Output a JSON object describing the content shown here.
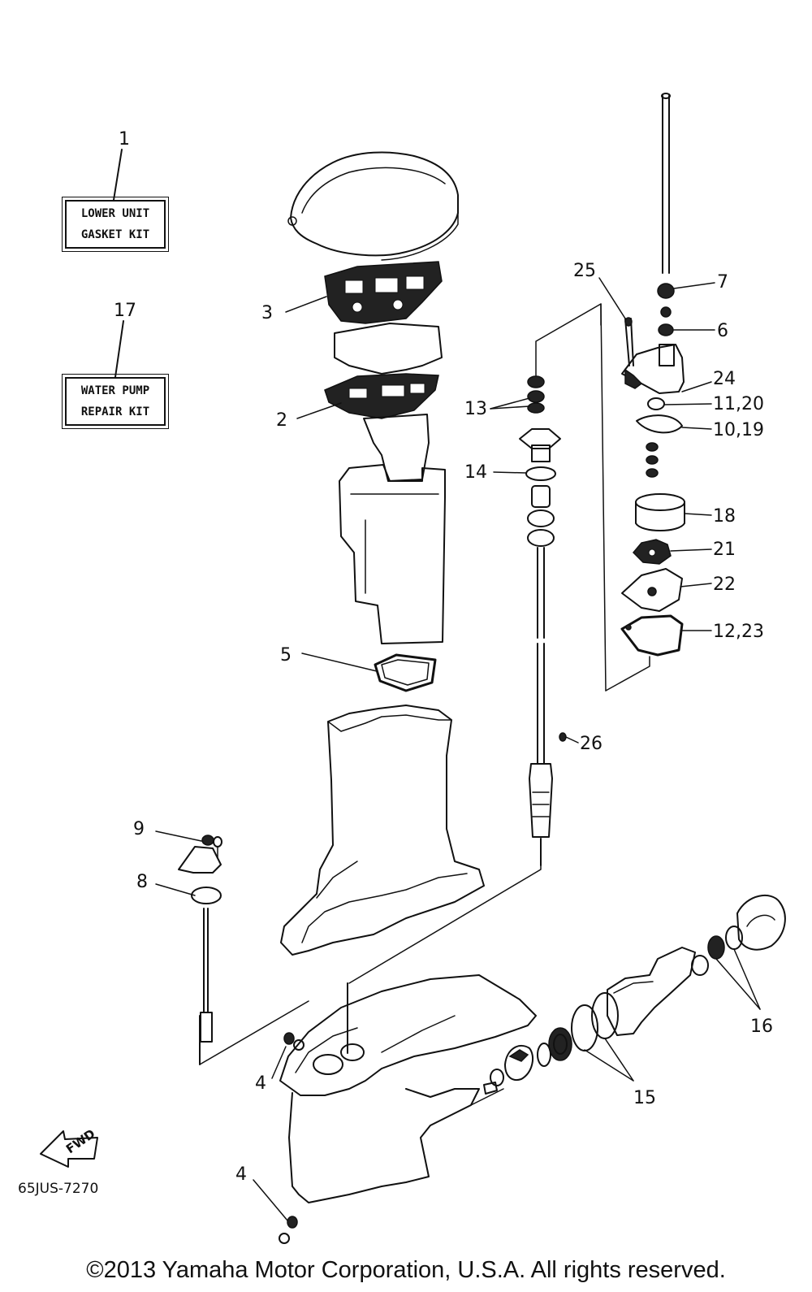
{
  "kits": {
    "lower_unit": {
      "callout": "1",
      "line1": "LOWER UNIT",
      "line2": "GASKET KIT"
    },
    "water_pump": {
      "callout": "17",
      "line1": "WATER PUMP",
      "line2": "REPAIR KIT"
    }
  },
  "callouts": {
    "c2": "2",
    "c3": "3",
    "c4a": "4",
    "c4b": "4",
    "c5": "5",
    "c6": "6",
    "c7": "7",
    "c8": "8",
    "c9": "9",
    "c10_19": "10,19",
    "c11_20": "11,20",
    "c12_23": "12,23",
    "c13": "13",
    "c14": "14",
    "c15": "15",
    "c16": "16",
    "c18": "18",
    "c21": "21",
    "c22": "22",
    "c24": "24",
    "c25": "25",
    "c26": "26"
  },
  "fwd_label": "FWD",
  "diagram_code": "65JUS-7270",
  "copyright": "©2013 Yamaha Motor Corporation, U.S.A. All rights reserved."
}
